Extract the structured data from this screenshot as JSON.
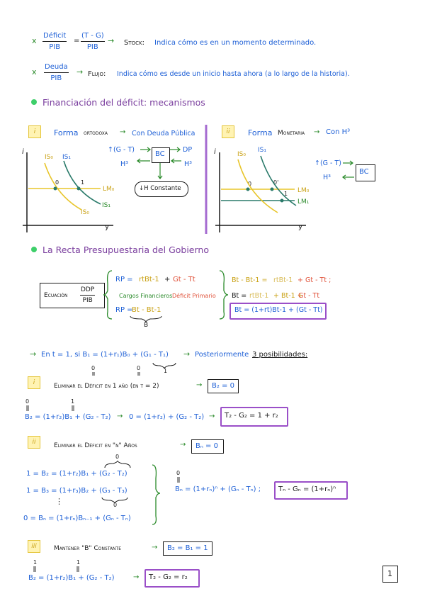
{
  "line1": {
    "bullet": "x",
    "frac1_num": "Déficit",
    "frac1_den": "PIB",
    "eq": "=",
    "frac2_num": "(T - G)",
    "frac2_den": "PIB",
    "arrow": "→",
    "label": "Stock:",
    "text": "Indica cómo es en un momento determinado."
  },
  "line2": {
    "bullet": "x",
    "frac_num": "Deuda",
    "frac_den": "PIB",
    "arrow": "→",
    "label": "Flujo:",
    "text": "Indica cómo es desde un inicio hasta ahora (a lo largo de la historia)."
  },
  "section1": {
    "title": "Financiación del déficit: mecanismos"
  },
  "graph_i": {
    "marker": "i",
    "title_a": "Forma",
    "title_b": "ortodoxa",
    "arrow": "→",
    "title_c": "Con Deuda Pública",
    "up": "↑(G - T)",
    "h3": "H³",
    "bc": "BC",
    "dp": "DP",
    "h3b": "H³",
    "constant": "↓H Constante",
    "axis_i": "i",
    "axis_y": "y",
    "is0": "IS₀",
    "is1": "IS₁",
    "lm0": "LM₀",
    "pt_o": "0",
    "pt_1": "1"
  },
  "graph_ii": {
    "marker": "ii",
    "title_a": "Forma",
    "title_b": "Monetaria",
    "arrow": "→",
    "title_c": "Con H³",
    "up": "↑(G - T)",
    "h3": "H³",
    "bc": "BC",
    "axis_i": "i",
    "axis_y": "y",
    "is0": "IS₀",
    "is1": "IS₁",
    "lm0": "LM₀",
    "lm1": "LM₁",
    "pt_o": "0",
    "pt_o2": "0'",
    "pt_1": "1"
  },
  "section2": {
    "title": "La Recta Presupuestaria del Gobierno"
  },
  "equation": {
    "label": "Ecuación",
    "num": "DDP",
    "den": "PIB",
    "rp1_a": "RP =",
    "rp1_b": "rtBt-1",
    "rp1_c": "+",
    "rp1_d": "Gt - Tt",
    "sub_a": "Cargos Financieros",
    "sub_b": "Déficit Primario",
    "rp2_a": "RP =",
    "rp2_b": "Bt - Bt-1",
    "b_under": "B",
    "r1_a": "Bt - Bt-1 =",
    "r1_b": "rtBt-1",
    "r1_c": "+ Gt - Tt ;",
    "r2_a": "Bt =",
    "r2_b": "rtBt-1",
    "r2_c": "+ Bt-1 +",
    "r2_d": "Gt - Tt",
    "r3": "Bt = (1+rt)Bt-1 + (Gt - Tt)"
  },
  "intro": {
    "arrow": "→",
    "text": "En t = 1, si B₁ = (1+r₁)B₀ + (G₁ - T₁)",
    "arrow2": "→",
    "posterior": "Posteriormente",
    "three": "3 posibilidades:",
    "zero1": "0",
    "zero2": "0",
    "one": "1"
  },
  "case_i": {
    "marker": "i",
    "text": "Eliminar el Déficit en 1 año (en t = 2)",
    "arrow": "→",
    "box": "B₂ = 0",
    "zero_a": "0",
    "one_a": "1",
    "eq1": "B₂ = (1+r₂)B₁ + (G₂ - T₂)",
    "arrow2": "→",
    "eq2": "0 = (1+r₂) + (G₂ - T₂)",
    "arrow3": "→",
    "result": "T₂ - G₂ = 1 + r₂"
  },
  "case_ii": {
    "marker": "ii",
    "text": "Eliminar el Déficit en \"n\" Años",
    "arrow": "→",
    "box": "Bₙ = 0",
    "zero_top": "0",
    "row1": "1 = B₂ = (1+r₂)B₁ + (G₂ - T₂)",
    "row2": "1 = B₃ = (1+r₃)B₂ + (G₃ - T₃)",
    "zero_mid": "0",
    "dots": "⋮",
    "row3": "0 = Bₙ = (1+rₙ)Bₙ₋₁ + (Gₙ - Tₙ)",
    "zero_r": "0",
    "eq_r": "Bₙ = (1+rₙ)ⁿ + (Gₙ - Tₙ) ;",
    "result": "Tₙ - Gₙ = (1+rₙ)ⁿ"
  },
  "case_iii": {
    "marker": "iii",
    "text": "Mantener \"B\" Constante",
    "arrow": "→",
    "box": "B₂ = B₁ = 1",
    "one_a": "1",
    "one_b": "1",
    "eq1": "B₂ = (1+r₂)B₁ + (G₂ - T₂)",
    "arrow2": "→",
    "result": "T₂ - G₂ = r₂"
  },
  "page_number": "1"
}
